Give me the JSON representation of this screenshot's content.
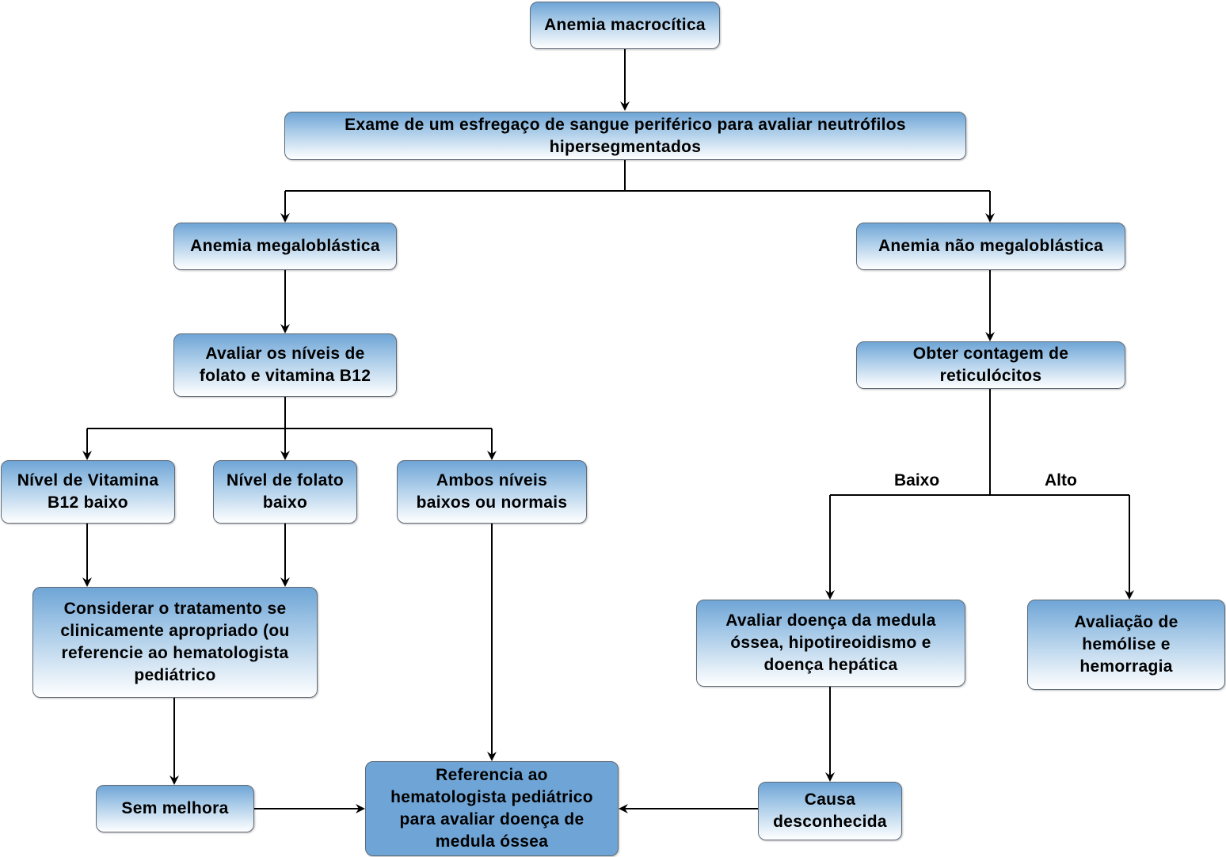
{
  "nodes": {
    "anemia_macrocitica": "Anemia macrocítica",
    "exame_esfregaco": "Exame de um esfregaço de sangue periférico para avaliar neutrófilos hipersegmentados",
    "anemia_megaloblastica": "Anemia megaloblástica",
    "anemia_nao_megaloblastica": "Anemia não megaloblástica",
    "avaliar_niveis": "Avaliar os níveis de folato e vitamina B12",
    "obter_contagem": "Obter contagem de reticulócitos",
    "nivel_b12_baixo": "Nível de Vitamina B12 baixo",
    "nivel_folato_baixo": "Nível de folato baixo",
    "ambos_niveis": "Ambos níveis baixos ou normais",
    "considerar_tratamento": "Considerar o tratamento se clinicamente apropriado (ou referencie ao hematologista pediátrico",
    "avaliar_doenca_medula": "Avaliar doença da medula óssea, hipotireoidismo e doença hepática",
    "avaliacao_hemolise": "Avaliação de hemólise e hemorragia",
    "sem_melhora": "Sem melhora",
    "referencia_hematologista": "Referencia ao hematologista pediátrico para avaliar doença de medula óssea",
    "causa_desconhecida": "Causa desconhecida"
  },
  "edge_labels": {
    "baixo": "Baixo",
    "alto": "Alto"
  },
  "colors": {
    "box_top": "#6fa5d6",
    "box_bottom": "#ffffff",
    "border": "#5f6b78",
    "line": "#000000"
  }
}
